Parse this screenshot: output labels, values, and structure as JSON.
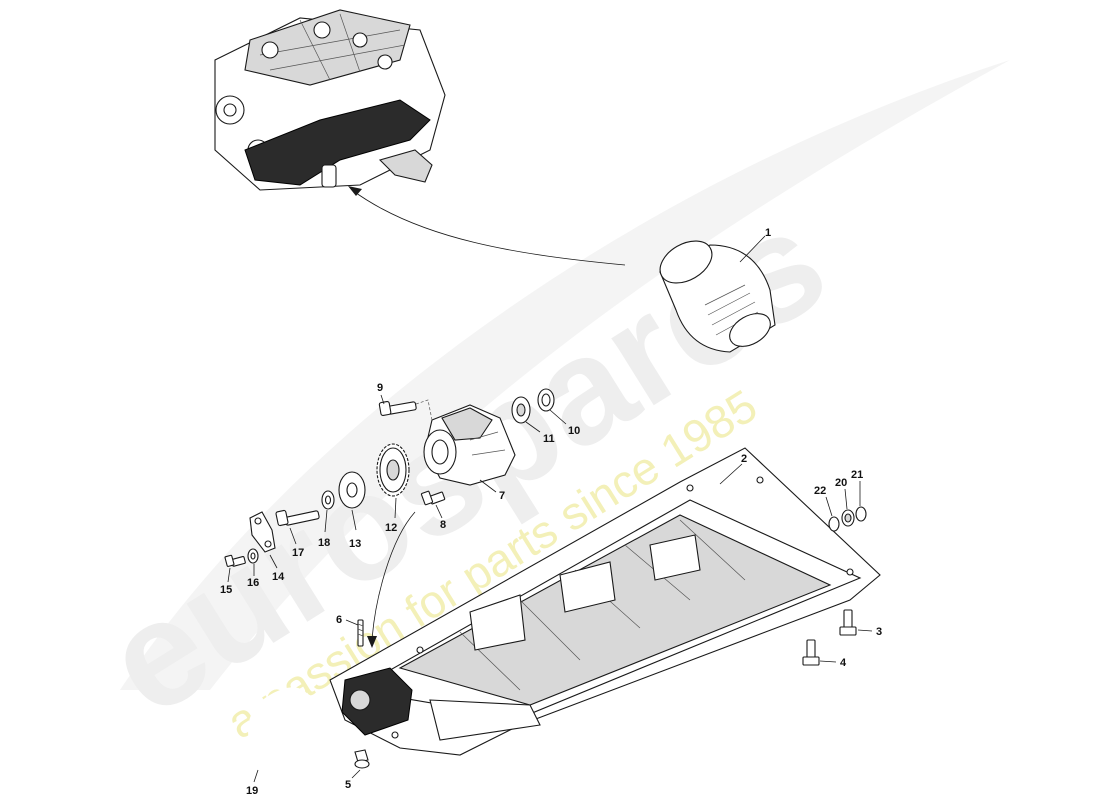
{
  "watermark": {
    "logo_text": "eurospares",
    "tagline": "a passion for parts since 1985"
  },
  "callouts": {
    "c1": "1",
    "c2": "2",
    "c3": "3",
    "c4": "4",
    "c5": "5",
    "c6": "6",
    "c7": "7",
    "c8": "8",
    "c9": "9",
    "c10": "10",
    "c11": "11",
    "c12": "12",
    "c13": "13",
    "c14": "14",
    "c15": "15",
    "c16": "16",
    "c17": "17",
    "c18": "18",
    "c19": "19",
    "c20": "20",
    "c21": "21",
    "c22": "22"
  }
}
